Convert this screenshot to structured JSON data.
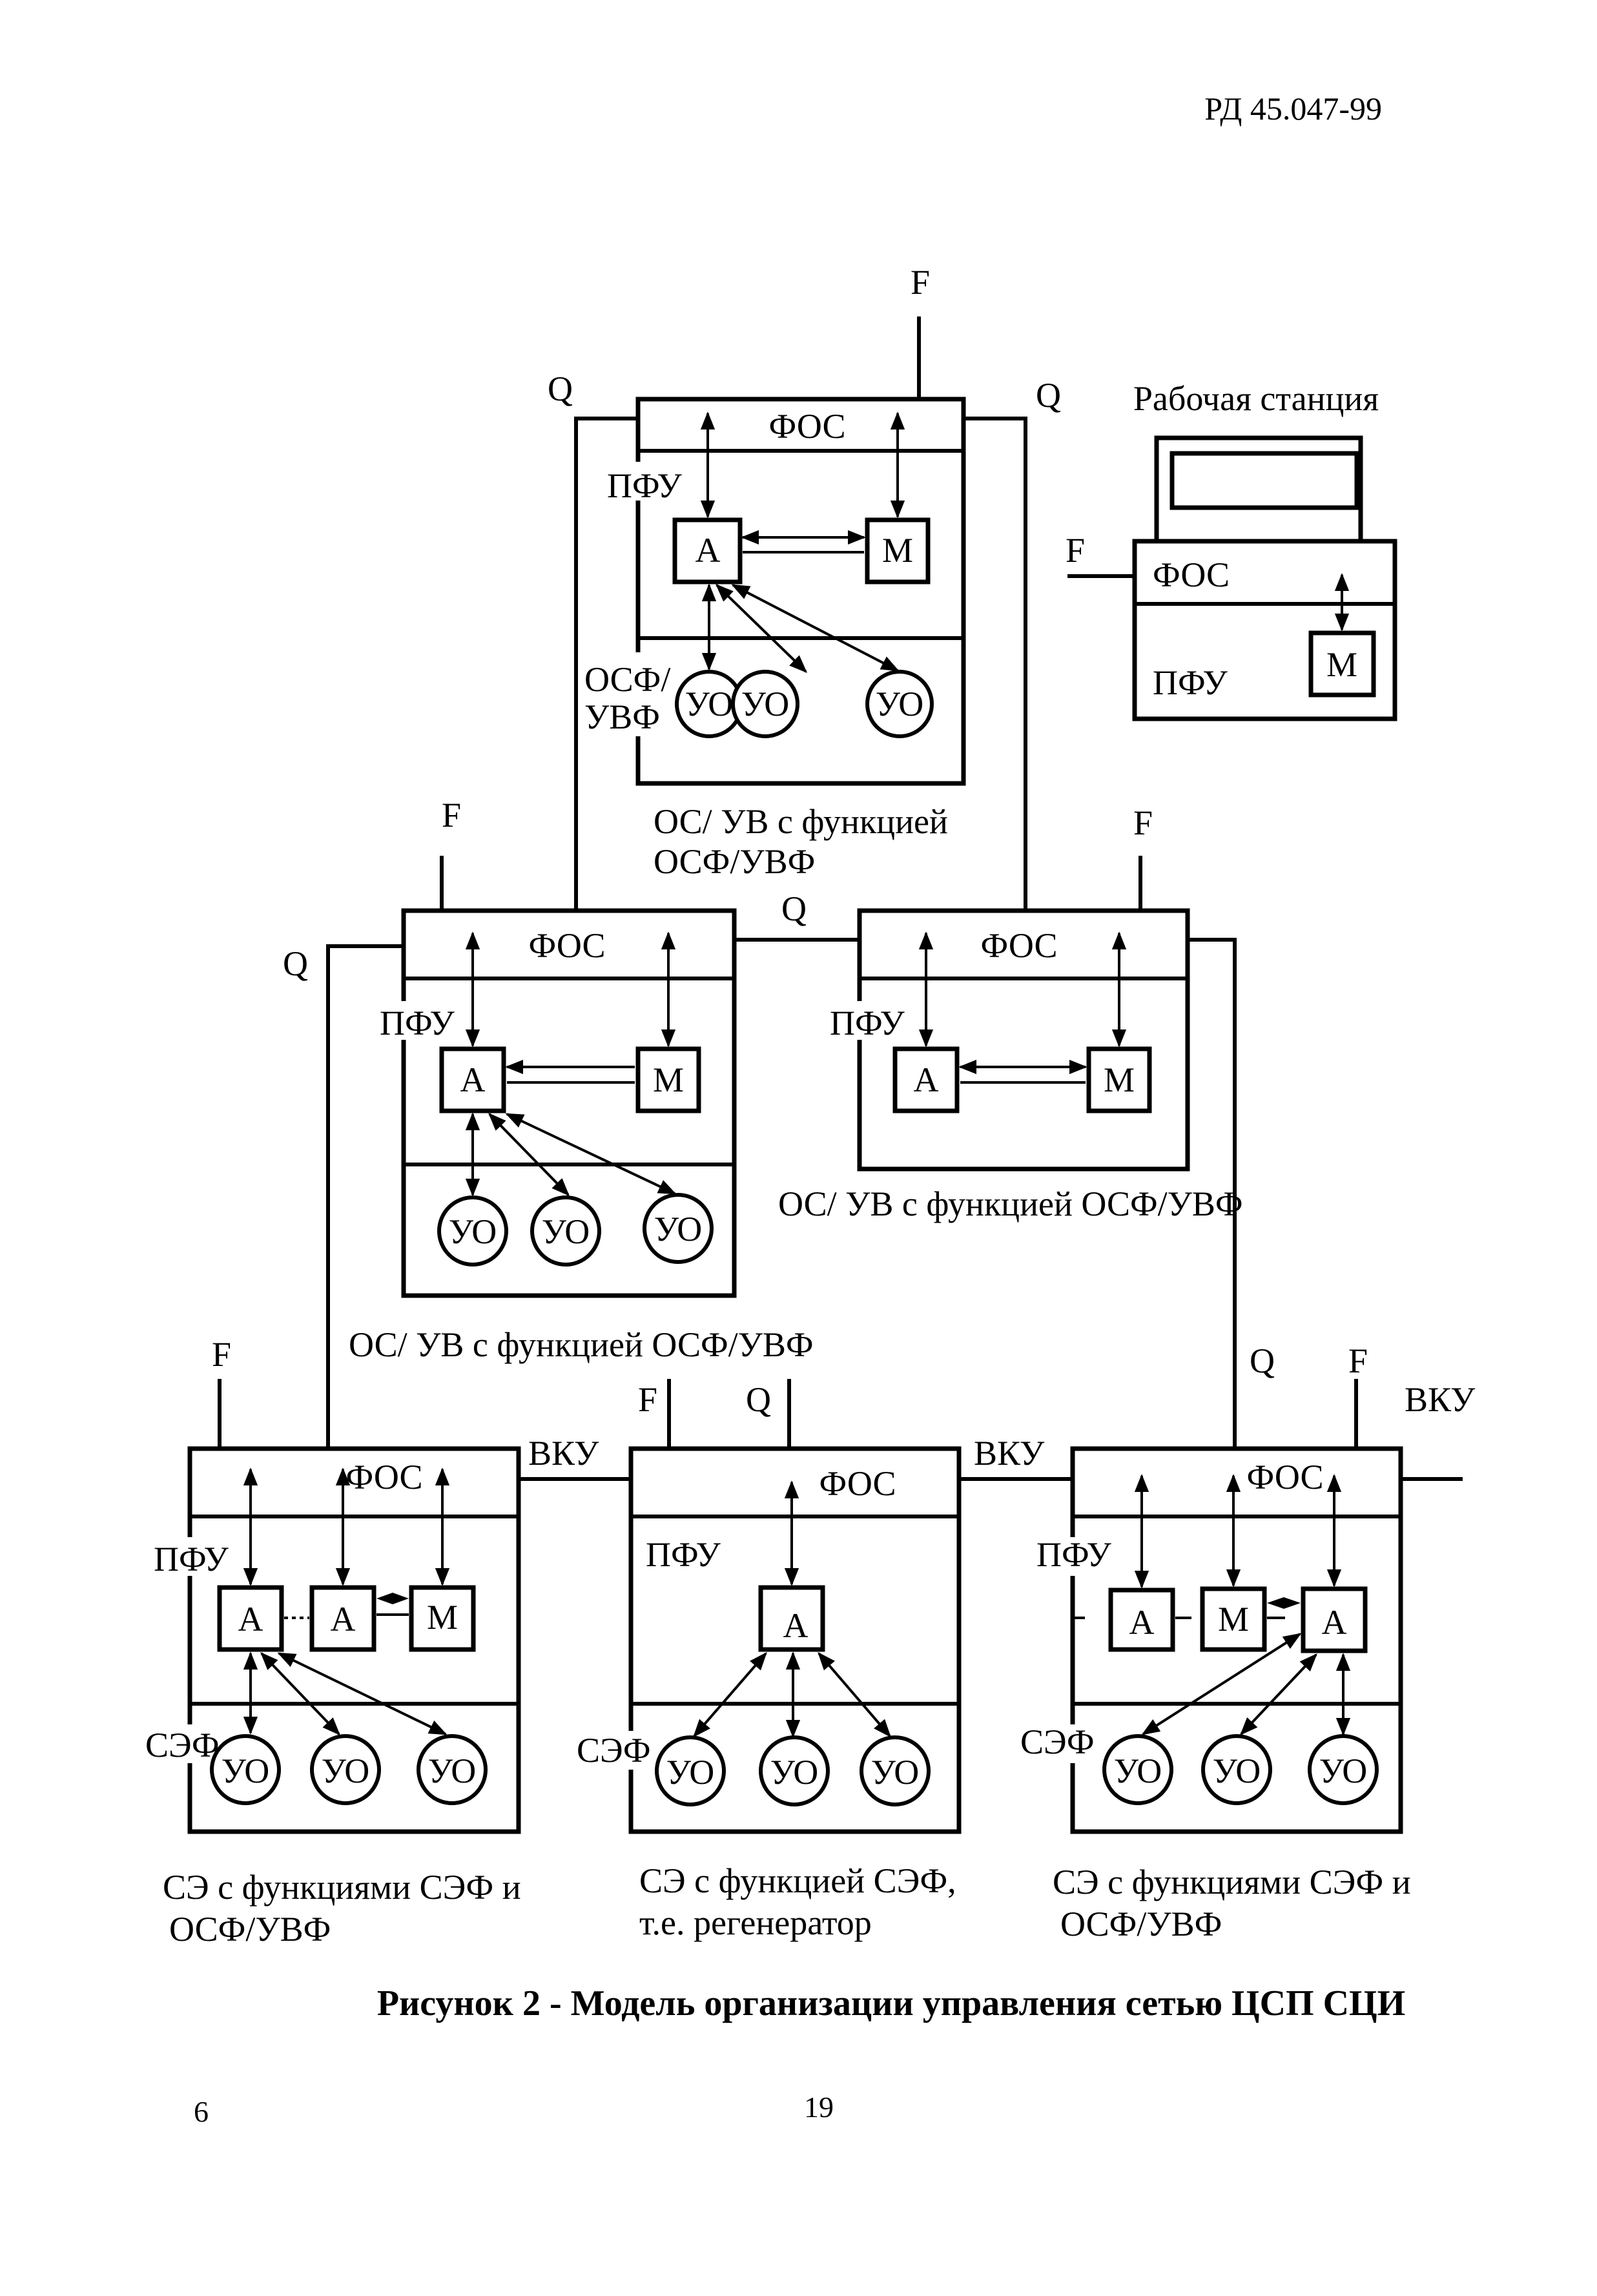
{
  "header": {
    "doc_code": "РД 45.047-99"
  },
  "figure": {
    "caption": "Рисунок 2 - Модель организации управления сетью ЦСП СЦИ",
    "labels": {
      "fos": "ФОС",
      "pfu": "ПФУ",
      "osf_uvf_line1": "ОСФ/",
      "osf_uvf_line2": "УВФ",
      "sef": "СЭФ",
      "agent": "А",
      "manager": "М",
      "managed_object": "УО",
      "q": "Q",
      "f": "F",
      "vku": "ВКУ"
    },
    "workstation": {
      "title": "Рабочая станция"
    },
    "top_os": {
      "caption_line1": "ОС/ УВ с функцией",
      "caption_line2": "ОСФ/УВФ"
    },
    "mid_left_os": {
      "caption": "ОС/ УВ с функцией ОСФ/УВФ"
    },
    "mid_right_os": {
      "caption": "ОС/ УВ с функцией ОСФ/УВФ"
    },
    "ne_left": {
      "caption_line1": "СЭ с функциями СЭФ и",
      "caption_line2": "ОСФ/УВФ"
    },
    "ne_middle": {
      "caption_line1": "СЭ с функцией СЭФ,",
      "caption_line2": "т.е. регенератор"
    },
    "ne_right": {
      "caption_line1": "СЭ с функциями СЭФ и",
      "caption_line2": "ОСФ/УВФ"
    }
  },
  "footer": {
    "left_page": "6",
    "center_page": "19"
  }
}
